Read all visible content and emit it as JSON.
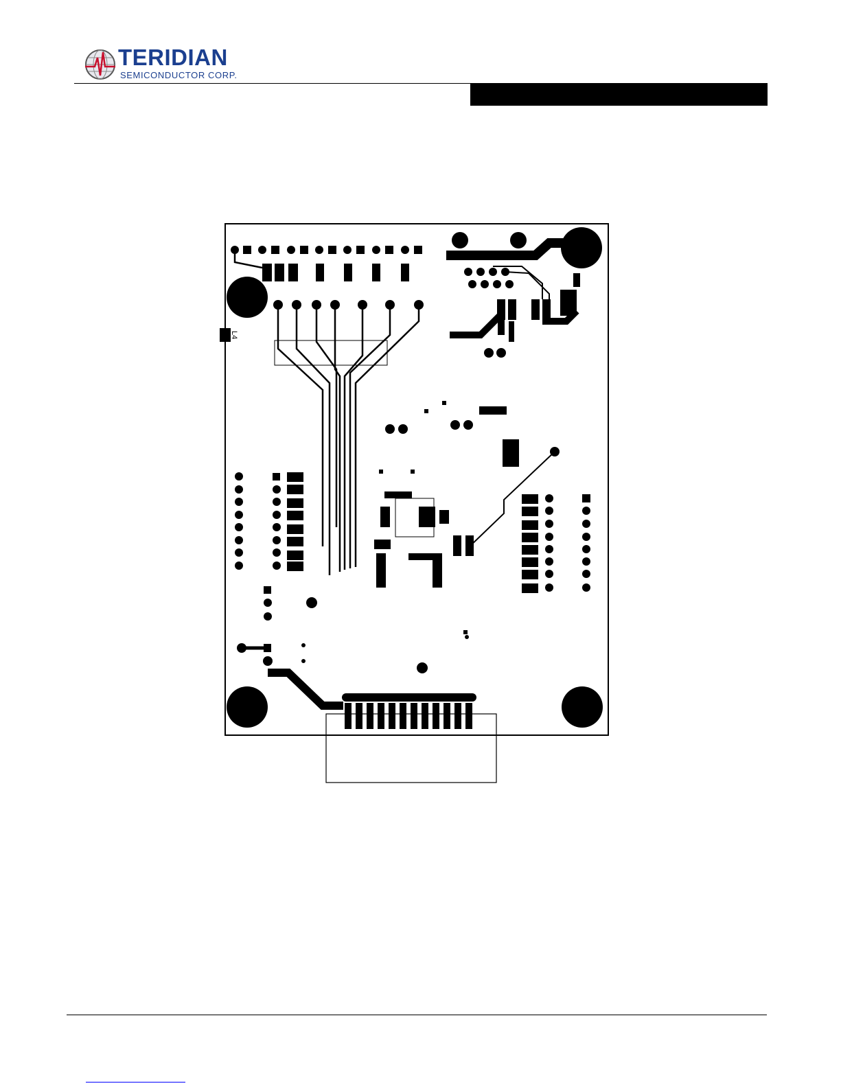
{
  "header": {
    "logo_name": "TERIDIAN",
    "logo_tagline": "SEMICONDUCTOR CORP.",
    "brand_color": "#1b3f8f",
    "title_bar": ""
  },
  "figure": {
    "silkscreen_label": "L4"
  },
  "footer": {
    "link_text": ""
  }
}
